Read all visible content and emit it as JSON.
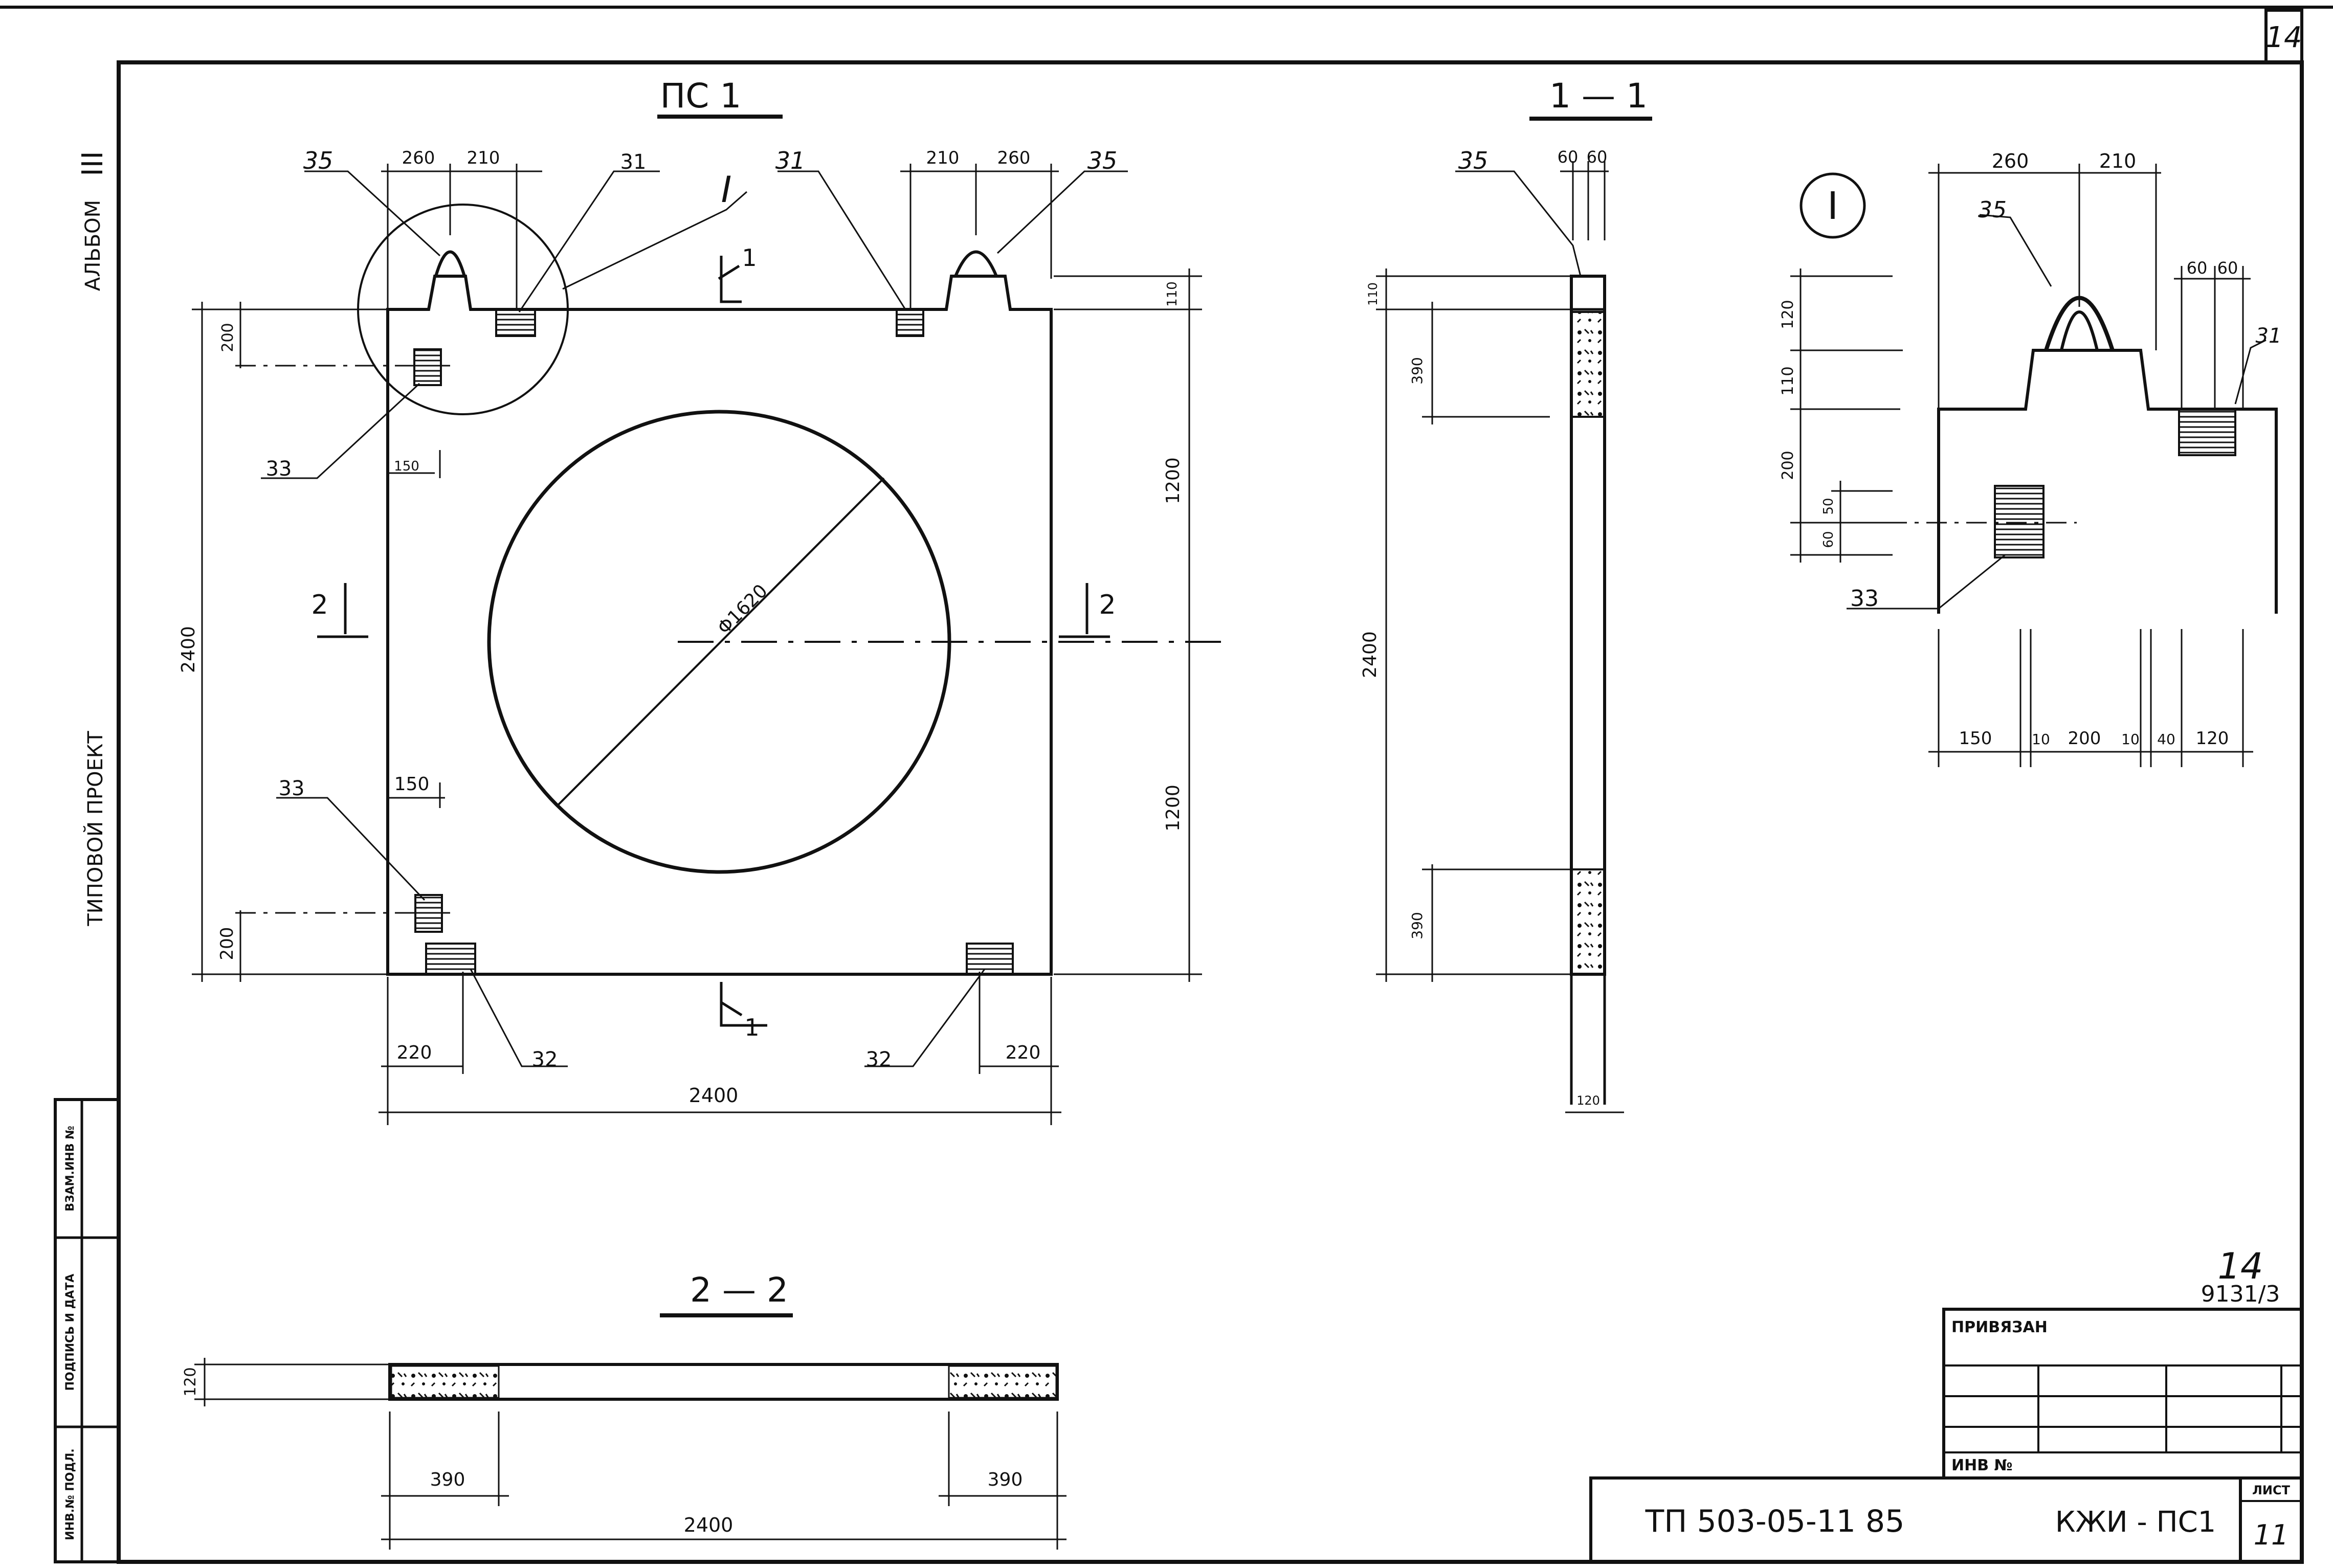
{
  "sheet": {
    "page_number": "14",
    "album": "АЛЬБОМ",
    "album_number": "III",
    "project": "ТИПОВОЙ ПРОЕКТ"
  },
  "views": {
    "main_title": "ПС 1",
    "section_11": "1 — 1",
    "section_22": "2 — 2",
    "detail_I": "I"
  },
  "main_view": {
    "dims": {
      "top_260": "260",
      "top_210": "210",
      "top_r210": "210",
      "top_r260": "260",
      "left_200": "200",
      "left_2400": "2400",
      "left_150": "150",
      "left_200b": "200",
      "left_150b": "150",
      "right_110": "110",
      "right_1200a": "1200",
      "right_1200b": "1200",
      "bottom_220a": "220",
      "bottom_220b": "220",
      "bottom_2400": "2400",
      "diameter": "Φ1620"
    },
    "refs": {
      "r35a": "35",
      "r31a": "31",
      "r31b": "31",
      "r35b": "35",
      "r33a": "33",
      "r33b": "33",
      "r32a": "32",
      "r32b": "32",
      "rI": "I"
    },
    "cuts": {
      "c1": "1",
      "c1b": "1",
      "c2": "2",
      "c2b": "2"
    }
  },
  "section_view": {
    "dims": {
      "d60a": "60",
      "d60b": "60",
      "d110": "110",
      "d390a": "390",
      "d2400": "2400",
      "d390b": "390",
      "d120": "120"
    },
    "refs": {
      "r35": "35"
    }
  },
  "detail_view": {
    "dims": {
      "d260": "260",
      "d210": "210",
      "d60a": "60",
      "d60b": "60",
      "d120": "120",
      "d110": "110",
      "d200": "200",
      "d50": "50",
      "d60": "60",
      "b150": "150",
      "b10a": "10",
      "b200": "200",
      "b10b": "10",
      "b40": "40",
      "b120": "120"
    },
    "refs": {
      "r35": "35",
      "r31": "31",
      "r33": "33"
    }
  },
  "section2_view": {
    "dims": {
      "d120": "120",
      "d390a": "390",
      "d390b": "390",
      "d2400": "2400"
    }
  },
  "side_stamp": {
    "inv_podl": "ИНВ.№ ПОДЛ.",
    "podpis": "ПОДПИСЬ И ДАТА",
    "vzam": "ВЗАМ.ИНВ №"
  },
  "title_block": {
    "sheet_label": "14",
    "code_ref": "9131/3",
    "privyazan": "ПРИВЯЗАН",
    "inv_no": "ИНВ №",
    "doc_code": "ТП 503-05-11 85",
    "mark": "КЖИ - ПС1",
    "list_label": "ЛИСТ",
    "list_number": "11"
  }
}
